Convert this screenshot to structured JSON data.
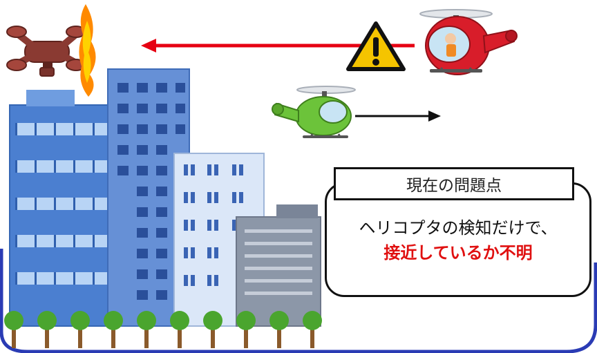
{
  "callout": {
    "title": "現在の問題点",
    "line1": "ヘリコプタの検知だけで、",
    "line2": "接近しているか不明"
  },
  "colors": {
    "frame": "#2a3bb4",
    "danger_arrow": "#e60012",
    "emphasis_text": "#e01010",
    "warning_yellow": "#f5c400",
    "red_helicopter": "#d81d2a",
    "green_helicopter": "#6cc33a",
    "drone": "#8a3a32",
    "building_blue": "#4b7fd0",
    "building_gray": "#8c97a8",
    "tree": "#4aa52e"
  },
  "icons": [
    "drone-icon",
    "fire-icon",
    "warning-icon",
    "red-helicopter-icon",
    "green-helicopter-icon",
    "building-icon",
    "tree-icon"
  ]
}
